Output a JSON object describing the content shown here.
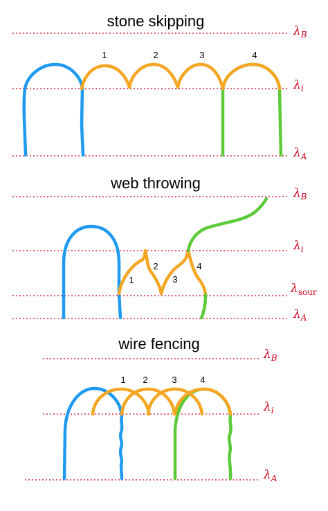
{
  "colors": {
    "blue": "#1E9AF0",
    "orange": "#F5A623",
    "green": "#5CCB3A",
    "red": "#D0021B"
  },
  "labels": {
    "lambda": "λ",
    "B": "B",
    "i": "i",
    "A": "A",
    "sour": "sour"
  },
  "panels": {
    "stone": {
      "title": "stone skipping",
      "n1": "1",
      "n2": "2",
      "n3": "3",
      "n4": "4"
    },
    "web": {
      "title": "web throwing",
      "n1": "1",
      "n2": "2",
      "n3": "3",
      "n4": "4"
    },
    "wire": {
      "title": "wire fencing",
      "n1": "1",
      "n2": "2",
      "n3": "3",
      "n4": "4"
    }
  }
}
